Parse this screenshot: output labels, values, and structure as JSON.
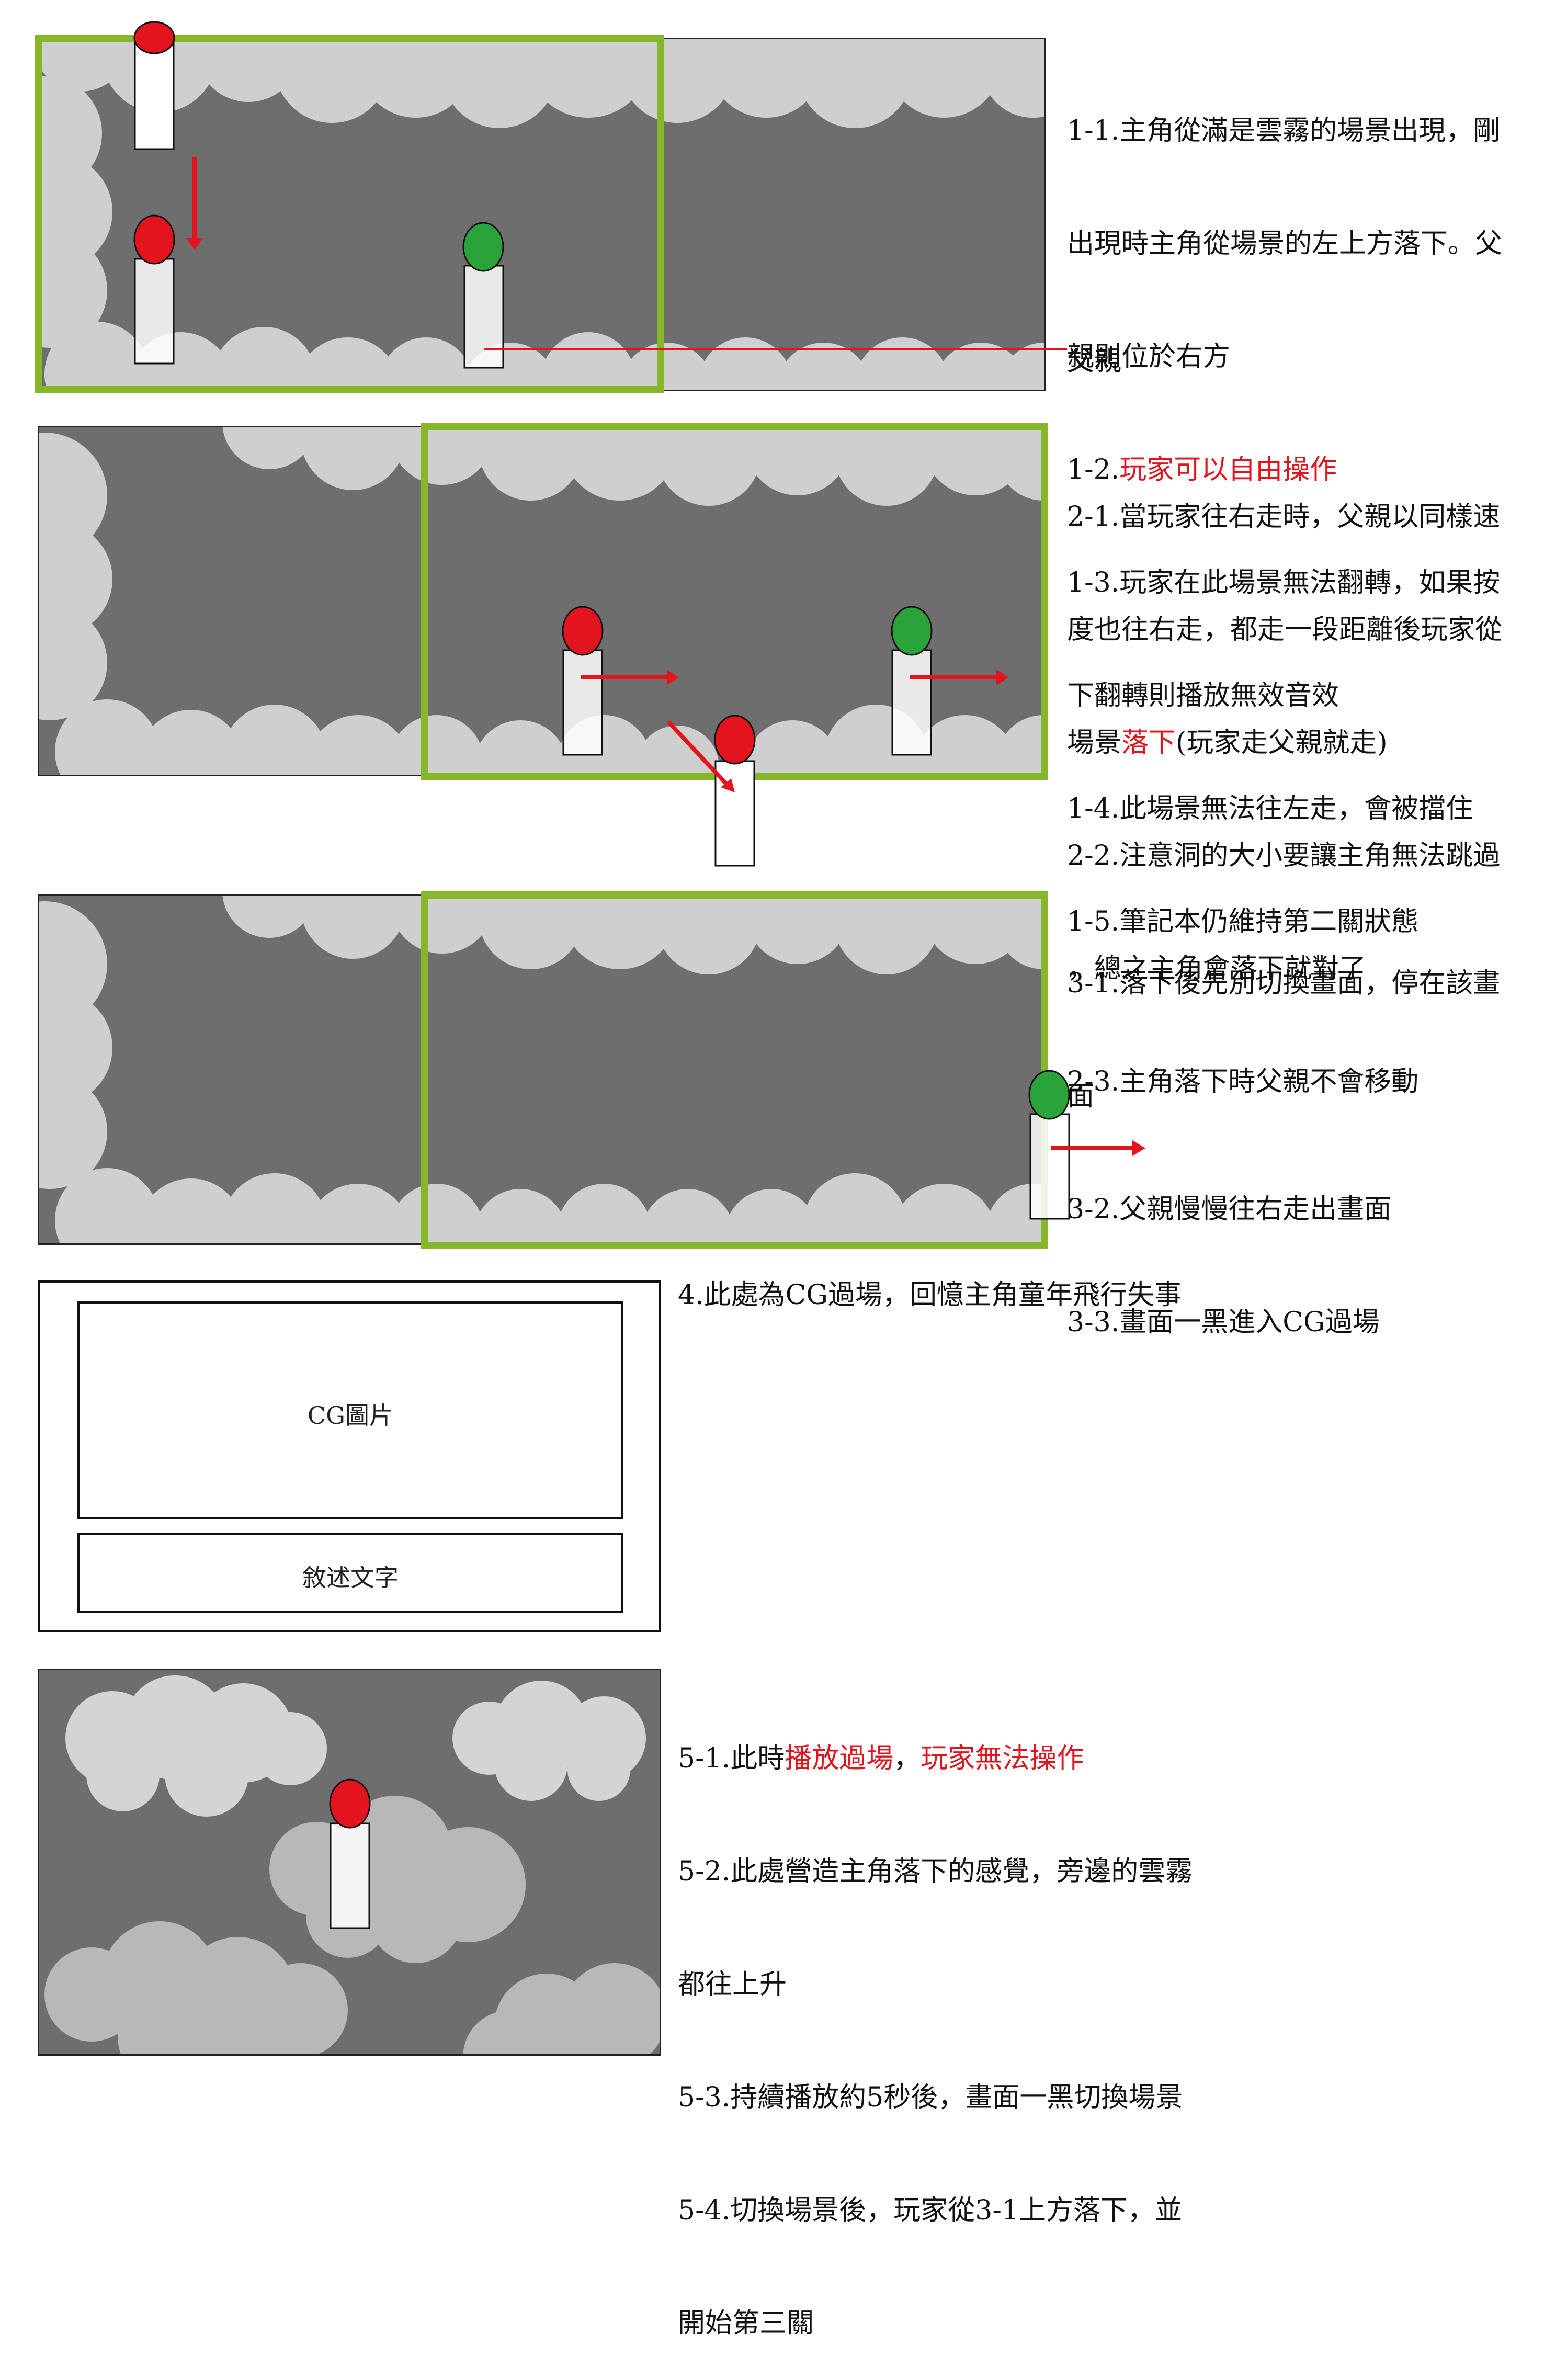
{
  "colors": {
    "scene_bg": "#6e6e6e",
    "fog": "#cfcfcf",
    "frame_green": "#86b62a",
    "protagonist_red": "#e3141d",
    "father_green": "#2aa33a",
    "arrow_red": "#e3141d"
  },
  "scene1": {
    "father_label": "父親",
    "notes": [
      {
        "text": "1-1.主角從滿是雲霧的場景出現，剛",
        "red": ""
      },
      {
        "text": "出現時主角從場景的左上方落下。父",
        "red": ""
      },
      {
        "text": "親則位於右方",
        "red": ""
      },
      {
        "text": "1-2.",
        "red": "玩家可以自由操作"
      },
      {
        "text": "1-3.玩家在此場景無法翻轉，如果按",
        "red": ""
      },
      {
        "text": "下翻轉則播放無效音效",
        "red": ""
      },
      {
        "text": "1-4.此場景無法往左走，會被擋住",
        "red": ""
      },
      {
        "text": "1-5.筆記本仍維持第二關狀態",
        "red": ""
      }
    ]
  },
  "scene2": {
    "notes": [
      {
        "pre": "2-1.當玩家往右走時，父親以同樣速",
        "red": "",
        "post": ""
      },
      {
        "pre": "度也往右走，都走一段距離後玩家從",
        "red": "",
        "post": ""
      },
      {
        "pre": "場景",
        "red": "落下",
        "post": "(玩家走父親就走)"
      },
      {
        "pre": "2-2.注意洞的大小要讓主角無法跳過",
        "red": "",
        "post": ""
      },
      {
        "pre": "，總之主角會落下就對了",
        "red": "",
        "post": ""
      },
      {
        "pre": "2-3.主角落下時父親不會移動",
        "red": "",
        "post": ""
      }
    ]
  },
  "scene3": {
    "notes": [
      "3-1.落下後先別切換畫面，停在該畫",
      "面",
      "3-2.父親慢慢往右走出畫面",
      "3-3.畫面一黑進入CG過場"
    ]
  },
  "scene4": {
    "note": "4.此處為CG過場，回憶主角童年飛行失事",
    "cg_image_label": "CG圖片",
    "narration_label": "敘述文字"
  },
  "scene5": {
    "notes": [
      {
        "pre": "5-1.此時",
        "red1": "播放過場",
        "mid": "，",
        "red2": "玩家無法操作"
      },
      {
        "pre": "5-2.此處營造主角落下的感覺，旁邊的雲霧",
        "red1": "",
        "mid": "",
        "red2": ""
      },
      {
        "pre": "都往上升",
        "red1": "",
        "mid": "",
        "red2": ""
      },
      {
        "pre": "5-3.持續播放約5秒後，畫面一黑切換場景",
        "red1": "",
        "mid": "",
        "red2": ""
      },
      {
        "pre": "5-4.切換場景後，玩家從3-1上方落下，並",
        "red1": "",
        "mid": "",
        "red2": ""
      },
      {
        "pre": "開始第三關",
        "red1": "",
        "mid": "",
        "red2": ""
      }
    ]
  }
}
